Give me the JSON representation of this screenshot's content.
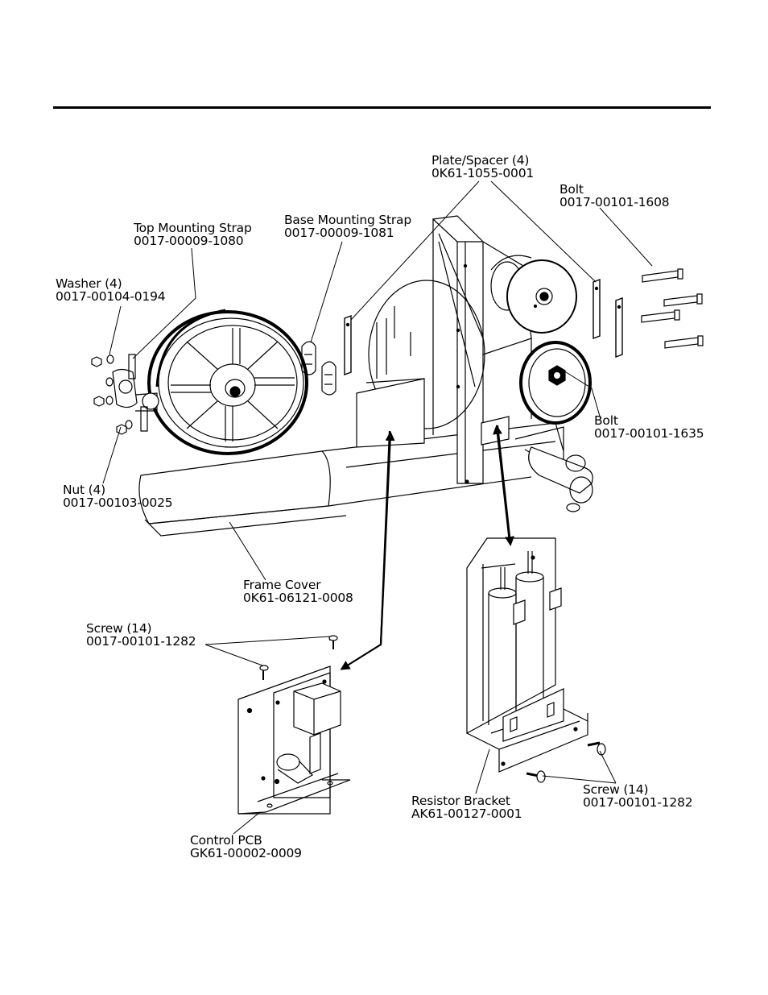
{
  "labels": {
    "plate_spacer": {
      "name": "Plate/Spacer (4)",
      "part": "0K61-1055-0001"
    },
    "bolt_top": {
      "name": "Bolt",
      "part": "0017-00101-1608"
    },
    "top_mounting_strap": {
      "name": "Top Mounting Strap",
      "part": "0017-00009-1080"
    },
    "base_mounting_strap": {
      "name": "Base Mounting Strap",
      "part": "0017-00009-1081"
    },
    "washer": {
      "name": "Washer (4)",
      "part": "0017-00104-0194"
    },
    "bolt_mid": {
      "name": "Bolt",
      "part": "0017-00101-1635"
    },
    "nut": {
      "name": "Nut (4)",
      "part": "0017-00103-0025"
    },
    "frame_cover": {
      "name": "Frame Cover",
      "part": "0K61-06121-0008"
    },
    "screw_left": {
      "name": "Screw (14)",
      "part": "0017-00101-1282"
    },
    "screw_right": {
      "name": "Screw (14)",
      "part": "0017-00101-1282"
    },
    "resistor_bracket": {
      "name": "Resistor Bracket",
      "part": "AK61-00127-0001"
    },
    "control_pcb": {
      "name": "Control PCB",
      "part": "GK61-00002-0009"
    }
  }
}
